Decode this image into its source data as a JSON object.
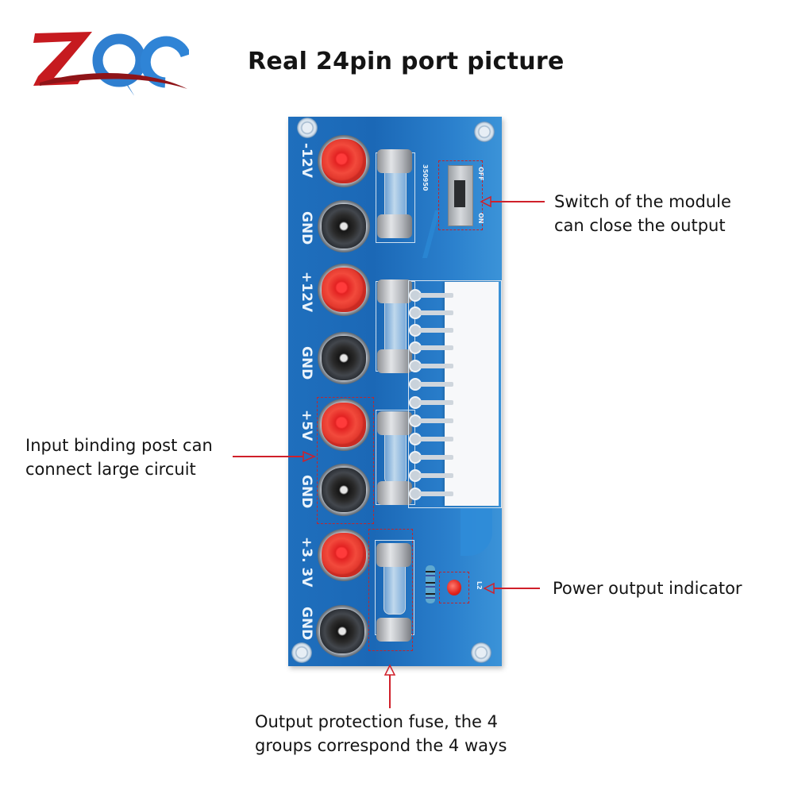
{
  "logo": {
    "text": "ZQC",
    "colors": {
      "z": "#c61a1f",
      "q": "#2f7fd0",
      "c": "#2f84d6",
      "swoosh": "#8f1418"
    }
  },
  "title": "Real 24pin port picture",
  "board": {
    "color": "#1f6fbd",
    "silkscreen_code": "350950",
    "switch_labels": {
      "off": "OFF",
      "on": "ON"
    },
    "led_label": "L2",
    "voltage_labels": [
      "-12V",
      "GND",
      "+12V",
      "GND",
      "+5V",
      "GND",
      "+3. 3V",
      "GND"
    ],
    "binding_posts": [
      {
        "label": "-12V",
        "color": "red"
      },
      {
        "label": "GND",
        "color": "black"
      },
      {
        "label": "+12V",
        "color": "red"
      },
      {
        "label": "GND",
        "color": "black"
      },
      {
        "label": "+5V",
        "color": "red"
      },
      {
        "label": "GND",
        "color": "black"
      },
      {
        "label": "+3. 3V",
        "color": "red"
      },
      {
        "label": "GND",
        "color": "black"
      }
    ],
    "fuse_count": 4,
    "connector_visible_pins": 12
  },
  "callouts": {
    "switch": {
      "line1": "Switch of the module",
      "line2": "can close the output"
    },
    "binding_post": {
      "line1": "Input binding post can",
      "line2": "connect large circuit"
    },
    "indicator": {
      "line1": "Power output indicator"
    },
    "fuse": {
      "line1": "Output protection fuse, the 4",
      "line2": "groups correspond the 4 ways"
    }
  },
  "colors": {
    "annotation_red": "#d0202a",
    "text": "#141414"
  }
}
